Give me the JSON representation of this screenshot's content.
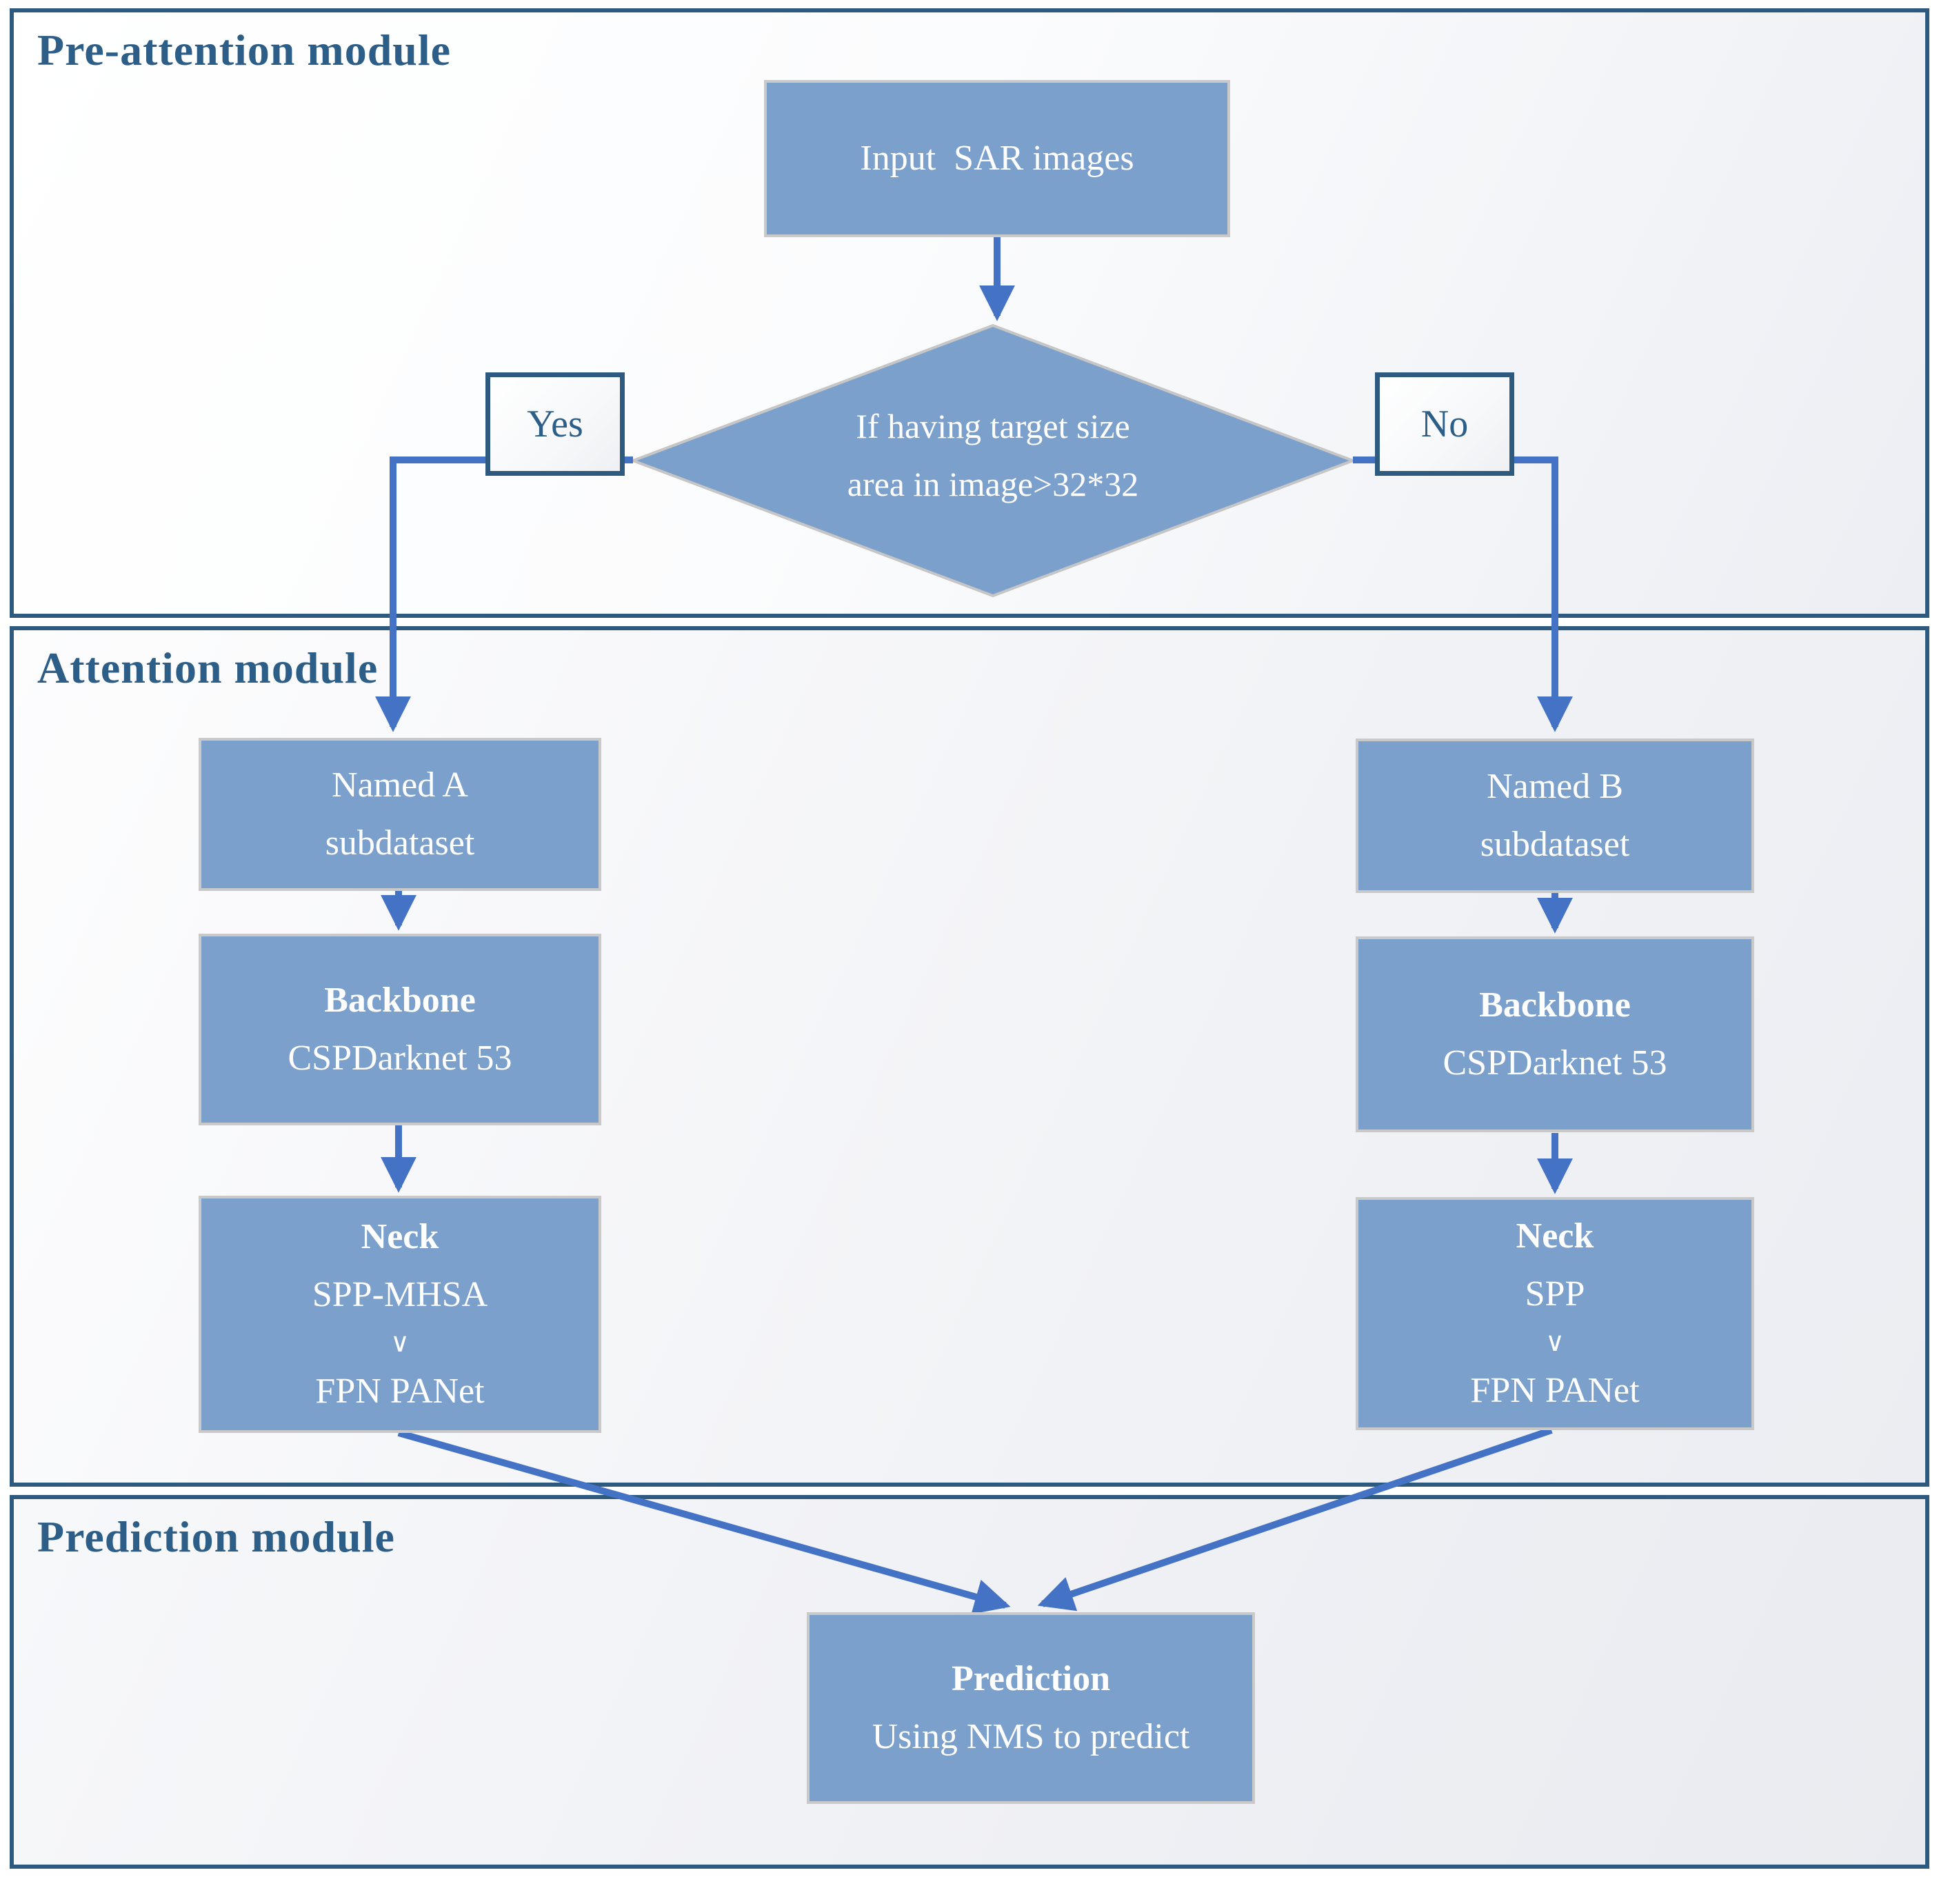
{
  "colors": {
    "frame_border": "#2e5a80",
    "title_text": "#2d5e87",
    "arrow_accent": "#4472c4",
    "node_fill": "#7ca0cc",
    "node_border": "#c9c9c9",
    "node_text": "#ffffff"
  },
  "sections": {
    "pre_attention": {
      "title": "Pre-attention module"
    },
    "attention": {
      "title": "Attention module"
    },
    "prediction": {
      "title": "Prediction module"
    }
  },
  "nodes": {
    "input": {
      "label": "Input  SAR images"
    },
    "decision": {
      "line1": "If having target size",
      "line2": "area in image>32*32"
    },
    "branch_yes": {
      "label": "Yes"
    },
    "branch_no": {
      "label": "No"
    },
    "named_a": {
      "line1": "Named A",
      "line2": "subdataset"
    },
    "named_b": {
      "line1": "Named B",
      "line2": "subdataset"
    },
    "backbone_a": {
      "title": "Backbone",
      "subtitle": "CSPDarknet 53"
    },
    "backbone_b": {
      "title": "Backbone",
      "subtitle": "CSPDarknet 53"
    },
    "neck_a": {
      "title": "Neck",
      "line2": "SPP-MHSA",
      "or": "∨",
      "line4": "FPN PANet"
    },
    "neck_b": {
      "title": "Neck",
      "line2": "SPP",
      "or": "∨",
      "line4": "FPN PANet"
    },
    "prediction": {
      "title": "Prediction",
      "subtitle": "Using NMS to predict"
    }
  }
}
